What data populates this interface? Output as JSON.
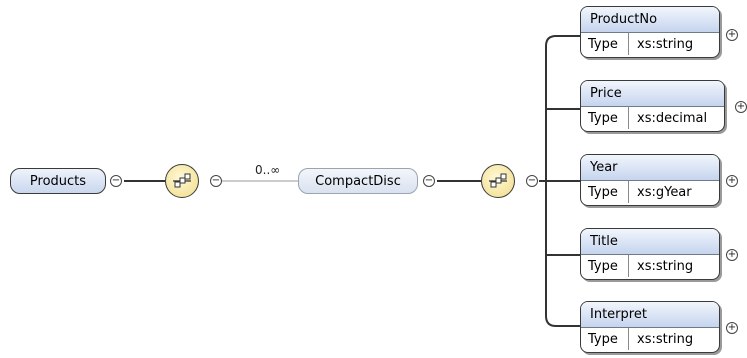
{
  "root": {
    "label": "Products"
  },
  "element": {
    "label": "CompactDisc",
    "multiplicity": "0..∞"
  },
  "compositor_icon": "sequence-compositor-icon",
  "children": [
    {
      "name": "ProductNo",
      "type_label": "Type",
      "type": "xs:string"
    },
    {
      "name": "Price",
      "type_label": "Type",
      "type": "xs:decimal"
    },
    {
      "name": "Year",
      "type_label": "Type",
      "type": "xs:gYear"
    },
    {
      "name": "Title",
      "type_label": "Type",
      "type": "xs:string"
    },
    {
      "name": "Interpret",
      "type_label": "Type",
      "type": "xs:string"
    }
  ],
  "toggle": {
    "collapse": "−",
    "expand": "+"
  }
}
